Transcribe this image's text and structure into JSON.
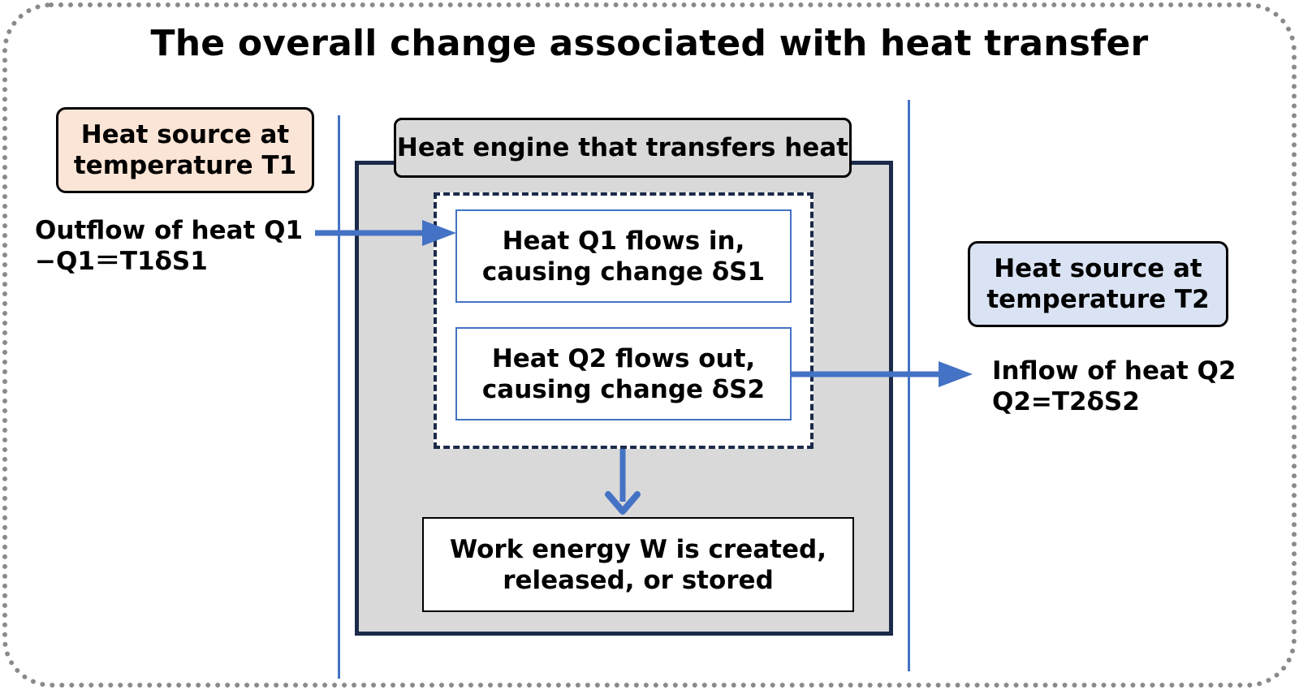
{
  "title": "The overall change associated with heat transfer",
  "source_t1": {
    "line1": "Heat source at",
    "line2": "temperature T1"
  },
  "outflow": {
    "line1": "Outflow of heat Q1",
    "line2": "−Q1＝T1δS1"
  },
  "engine": {
    "label": "Heat engine that transfers heat"
  },
  "q1_box": {
    "line1": "Heat Q1 flows in,",
    "line2": "causing change δS1"
  },
  "q2_box": {
    "line1": "Heat Q2 flows out,",
    "line2": "causing change δS2"
  },
  "work_box": {
    "line1": "Work energy W is created,",
    "line2": "released, or stored"
  },
  "source_t2": {
    "line1": "Heat source at",
    "line2": "temperature T2"
  },
  "inflow": {
    "line1": "Inflow of heat Q2",
    "line2": "Q2=T2δS2"
  },
  "colors": {
    "arrow": "#4472c4",
    "engine_border": "#1b2a49",
    "t1_fill": "#fbe5d6",
    "t2_fill": "#dae3f3",
    "engine_fill": "#d9d9d9"
  }
}
